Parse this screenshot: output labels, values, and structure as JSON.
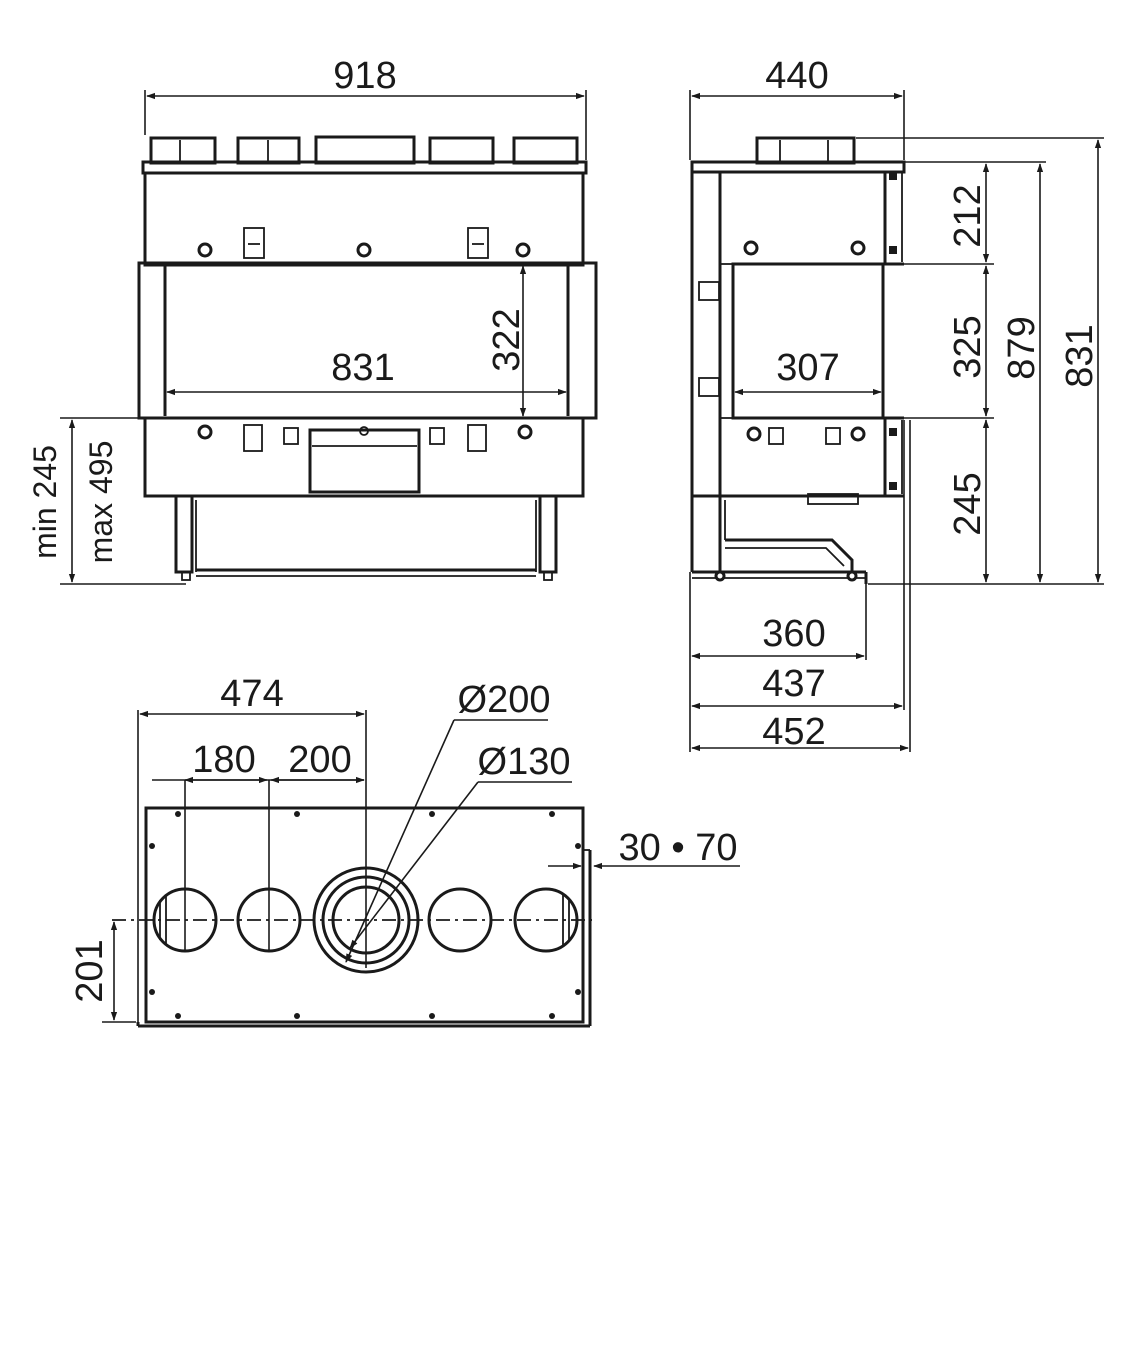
{
  "front_view": {
    "overall_width": "918",
    "opening_width": "831",
    "opening_height": "322",
    "leg_height_min": "min 245",
    "leg_height_max": "max 495"
  },
  "side_view": {
    "overall_depth": "440",
    "top_to_opening": "212",
    "opening_height": "325",
    "height_with_collar": "879",
    "body_height": "831",
    "base_height": "245",
    "opening_depth": "307",
    "base_depth_360": "360",
    "base_depth_437": "437",
    "base_depth_452": "452"
  },
  "top_view": {
    "flue_offset": "474",
    "spacing_180": "180",
    "spacing_200": "200",
    "flue_diameter": "Ø200",
    "duct_diameter": "Ø130",
    "clearance": "30 • 70",
    "flue_depth": "201"
  }
}
